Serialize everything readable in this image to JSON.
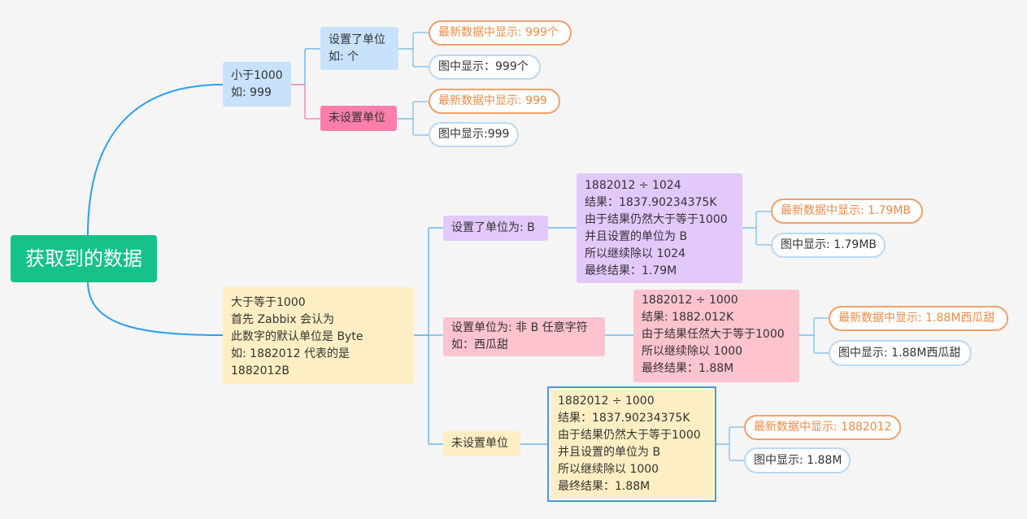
{
  "root": {
    "label": "获取到的数据"
  },
  "branch_small": {
    "label": "小于1000\n如: 999",
    "with_unit": {
      "label": "设置了单位\n如: 个",
      "latest": "最新数据中显示: 999个",
      "graph": "图中显示：999个"
    },
    "no_unit": {
      "label": "未设置单位",
      "latest": "最新数据中显示: 999",
      "graph": "图中显示:999"
    }
  },
  "branch_large": {
    "label": "大于等于1000\n首先 Zabbix 会认为\n此数字的默认单位是 Byte\n如: 1882012 代表的是1882012B",
    "unit_b": {
      "label": "设置了单位为: B",
      "calc": "1882012 ÷ 1024\n结果：1837.90234375K\n由于结果仍然大于等于1000\n并且设置的单位为 B\n所以继续除以 1024\n最终结果：1.79M",
      "latest": "最新数据中显示: 1.79MB",
      "graph": "图中显示: 1.79MB"
    },
    "unit_other": {
      "label": "设置单位为: 非 B 任意字符\n如：西瓜甜",
      "calc": "1882012 ÷ 1000\n结果: 1882.012K\n由于结果任然大于等于1000\n所以继续除以 1000\n最终结果：1.88M",
      "latest": "最新数据中显示: 1.88M西瓜甜",
      "graph": "图中显示: 1.88M西瓜甜"
    },
    "no_unit": {
      "label": "未设置单位",
      "calc": "1882012 ÷ 1000\n结果：1837.90234375K\n由于结果仍然大于等于1000\n并且设置的单位为 B\n所以继续除以 1000\n最终结果：1.88M",
      "latest": "最新数据中显示: 1882012",
      "graph": "图中显示: 1.88M"
    }
  },
  "colors": {
    "root": "#16c28a",
    "line_main": "#2b9ef0",
    "line_small_unit": "#6fb6ef",
    "line_pink": "#f28bb8",
    "line_leaf": "#8cc6f2",
    "accent_orange": "#ef8a45"
  }
}
